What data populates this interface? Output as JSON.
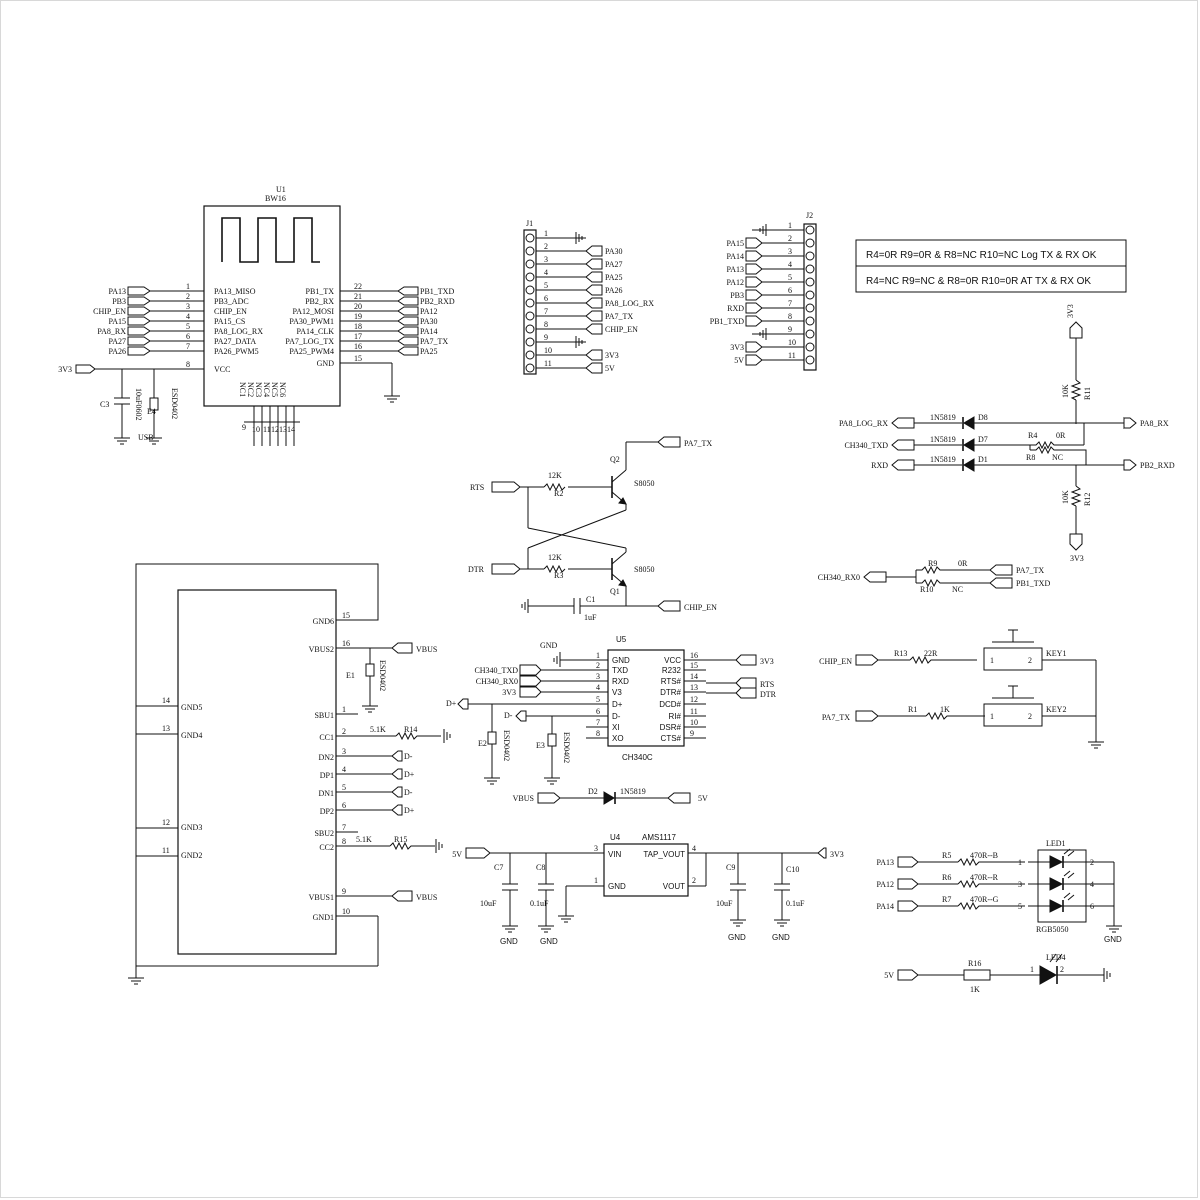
{
  "u1": {
    "ref": "U1",
    "part": "BW16",
    "left_pins": [
      {
        "num": "1",
        "name": "PA13_MISO",
        "net": "PA13"
      },
      {
        "num": "2",
        "name": "PB3_ADC",
        "net": "PB3"
      },
      {
        "num": "3",
        "name": "CHIP_EN",
        "net": "CHIP_EN"
      },
      {
        "num": "4",
        "name": "PA15_CS",
        "net": "PA15"
      },
      {
        "num": "5",
        "name": "PA8_LOG_RX",
        "net": "PA8_RX"
      },
      {
        "num": "6",
        "name": "PA27_DATA",
        "net": "PA27"
      },
      {
        "num": "7",
        "name": "PA26_PWM5",
        "net": "PA26"
      },
      {
        "num": "8",
        "name": "VCC",
        "net": "3V3"
      }
    ],
    "right_pins": [
      {
        "num": "22",
        "name": "PB1_TX",
        "net": "PB1_TXD"
      },
      {
        "num": "21",
        "name": "PB2_RX",
        "net": "PB2_RXD"
      },
      {
        "num": "20",
        "name": "PA12_MOSI",
        "net": "PA12"
      },
      {
        "num": "19",
        "name": "PA30_PWM1",
        "net": "PA30"
      },
      {
        "num": "18",
        "name": "PA14_CLK",
        "net": "PA14"
      },
      {
        "num": "17",
        "name": "PA7_LOG_TX",
        "net": "PA7_TX"
      },
      {
        "num": "16",
        "name": "PA25_PWM4",
        "net": "PA25"
      },
      {
        "num": "15",
        "name": "GND",
        "net": ""
      }
    ],
    "bottom_nc": [
      "NC1",
      "NC2",
      "NC3",
      "NC4",
      "NC5",
      "NC6"
    ],
    "bottom_nums": [
      "9",
      "10",
      "11",
      "12",
      "13",
      "14"
    ],
    "c3": {
      "ref": "C3",
      "val": "10uF0602"
    },
    "e4": {
      "ref": "E4",
      "val": "ESD0402"
    },
    "gnd_note": "USB"
  },
  "j1": {
    "ref": "J1",
    "pins": [
      "1",
      "2",
      "3",
      "4",
      "5",
      "6",
      "7",
      "8",
      "9",
      "10",
      "11"
    ],
    "nets": [
      "",
      "PA30",
      "PA27",
      "PA25",
      "PA26",
      "PA8_LOG_RX",
      "PA7_TX",
      "CHIP_EN",
      "",
      "3V3",
      "5V"
    ]
  },
  "j2": {
    "ref": "J2",
    "pins": [
      "1",
      "2",
      "3",
      "4",
      "5",
      "6",
      "7",
      "8",
      "9",
      "10",
      "11"
    ],
    "nets": [
      "",
      "PA15",
      "PA14",
      "PA13",
      "PA12",
      "PB3",
      "RXD",
      "PB1_TXD",
      "",
      "3V3",
      "5V"
    ]
  },
  "config_table": {
    "row1": "R4=0R  R9=0R  & R8=NC R10=NC  Log TX & RX OK",
    "row2": "R4=NC  R9=NC  & R8=0R R10=0R  AT TX & RX OK"
  },
  "diode_network": {
    "top_supply": "3V3",
    "r11": {
      "ref": "R11",
      "val": "10K"
    },
    "r12": {
      "ref": "R12",
      "val": "10K"
    },
    "bottom_supply": "3V3",
    "rows": [
      {
        "left": "PA8_LOG_RX",
        "diode": "1N5819",
        "ref": "D8",
        "right": "PA8_RX"
      },
      {
        "left": "CH340_TXD",
        "diode": "1N5819",
        "ref": "D7",
        "right": ""
      },
      {
        "left": "RXD",
        "diode": "1N5819",
        "ref": "D1",
        "right": "PB2_RXD"
      }
    ],
    "r4": {
      "ref": "R4",
      "val": "0R"
    },
    "r8": {
      "ref": "R8",
      "val": "NC"
    }
  },
  "rx_select": {
    "left": "CH340_RX0",
    "r9": {
      "ref": "R9",
      "val": "0R"
    },
    "r10": {
      "ref": "R10",
      "val": "NC"
    },
    "out1": "PA7_TX",
    "out2": "PB1_TXD"
  },
  "autoreset": {
    "rts": "RTS",
    "dtr": "DTR",
    "r2": {
      "ref": "R2",
      "val": "12K"
    },
    "r3": {
      "ref": "R3",
      "val": "12K"
    },
    "q2": {
      "ref": "Q2",
      "part": "S8050"
    },
    "q1": {
      "ref": "Q1",
      "part": "S8050"
    },
    "q2_out": "PA7_TX",
    "c1": {
      "ref": "C1",
      "val": "1uF"
    },
    "q1_out": "CHIP_EN"
  },
  "usb": {
    "right_pins": [
      {
        "num": "15",
        "name": "GND6"
      },
      {
        "num": "16",
        "name": "VBUS2"
      },
      {
        "num": "1",
        "name": "SBU1"
      },
      {
        "num": "2",
        "name": "CC1"
      },
      {
        "num": "3",
        "name": "DN2"
      },
      {
        "num": "4",
        "name": "DP1"
      },
      {
        "num": "5",
        "name": "DN1"
      },
      {
        "num": "6",
        "name": "DP2"
      },
      {
        "num": "7",
        "name": "SBU2"
      },
      {
        "num": "8",
        "name": "CC2"
      },
      {
        "num": "9",
        "name": "VBUS1"
      },
      {
        "num": "10",
        "name": "GND1"
      }
    ],
    "left_pins": [
      {
        "num": "14",
        "name": "GND5"
      },
      {
        "num": "13",
        "name": "GND4"
      },
      {
        "num": "12",
        "name": "GND3"
      },
      {
        "num": "11",
        "name": "GND2"
      }
    ],
    "vbus_label": "VBUS",
    "e1": {
      "ref": "E1",
      "val": "ESD0402"
    },
    "r14": {
      "ref": "R14",
      "val": "5.1K"
    },
    "r15": {
      "ref": "R15",
      "val": "5.1K"
    },
    "dm": "D-",
    "dp": "D+"
  },
  "u5": {
    "ref": "U5",
    "part": "CH340C",
    "left_pins": [
      {
        "num": "1",
        "name": "GND"
      },
      {
        "num": "2",
        "name": "TXD"
      },
      {
        "num": "3",
        "name": "RXD"
      },
      {
        "num": "4",
        "name": "V3"
      },
      {
        "num": "5",
        "name": "D+"
      },
      {
        "num": "6",
        "name": "D-"
      },
      {
        "num": "7",
        "name": "XI"
      },
      {
        "num": "8",
        "name": "XO"
      }
    ],
    "right_pins": [
      {
        "num": "16",
        "name": "VCC"
      },
      {
        "num": "15",
        "name": "R232"
      },
      {
        "num": "14",
        "name": "RTS#"
      },
      {
        "num": "13",
        "name": "DTR#"
      },
      {
        "num": "12",
        "name": "DCD#"
      },
      {
        "num": "11",
        "name": "RI#"
      },
      {
        "num": "10",
        "name": "DSR#"
      },
      {
        "num": "9",
        "name": "CTS#"
      }
    ],
    "gnd": "GND",
    "txd_net": "CH340_TXD",
    "rxd_net": "CH340_RX0",
    "v3_net": "3V3",
    "vcc_net": "3V3",
    "rts_net": "RTS",
    "dtr_net": "DTR",
    "dp_net": "D+",
    "dm_net": "D-",
    "e2": {
      "ref": "E2",
      "val": "ESD0402"
    },
    "e3": {
      "ref": "E3",
      "val": "ESD0402"
    },
    "d2": {
      "ref": "D2",
      "part": "1N5819"
    },
    "vbus": "VBUS",
    "out5v": "5V"
  },
  "u4": {
    "ref": "U4",
    "part": "AMS1117",
    "pins": [
      {
        "num": "3",
        "name": "VIN"
      },
      {
        "num": "1",
        "name": "GND"
      },
      {
        "num": "4",
        "name": "TAP_VOUT"
      },
      {
        "num": "2",
        "name": "VOUT"
      }
    ],
    "in_net": "5V",
    "out_net": "3V3",
    "c7": {
      "ref": "C7",
      "val": "10uF"
    },
    "c8": {
      "ref": "C8",
      "val": "0.1uF"
    },
    "c9": {
      "ref": "C9",
      "val": "10uF"
    },
    "c10": {
      "ref": "C10",
      "val": "0.1uF"
    },
    "gnd": "GND"
  },
  "keys": {
    "key1": {
      "ref": "KEY1",
      "net": "CHIP_EN",
      "r": "R13",
      "rval": "22R"
    },
    "key2": {
      "ref": "KEY2",
      "net": "PA7_TX",
      "r": "R1",
      "rval": "1K"
    },
    "pin1": "1",
    "pin2": "2"
  },
  "rgb": {
    "ref": "LED1",
    "part": "RGB5050",
    "rows": [
      {
        "net": "PA13",
        "r": "R5",
        "val": "470R--B",
        "pl": "1",
        "pr": "2"
      },
      {
        "net": "PA12",
        "r": "R6",
        "val": "470R--R",
        "pl": "3",
        "pr": "4"
      },
      {
        "net": "PA14",
        "r": "R7",
        "val": "470R--G",
        "pl": "5",
        "pr": "6"
      }
    ],
    "gnd": "GND"
  },
  "led4": {
    "ref": "LED4",
    "net": "5V",
    "r": "R16",
    "rval": "1K",
    "p1": "1",
    "p2": "2"
  }
}
